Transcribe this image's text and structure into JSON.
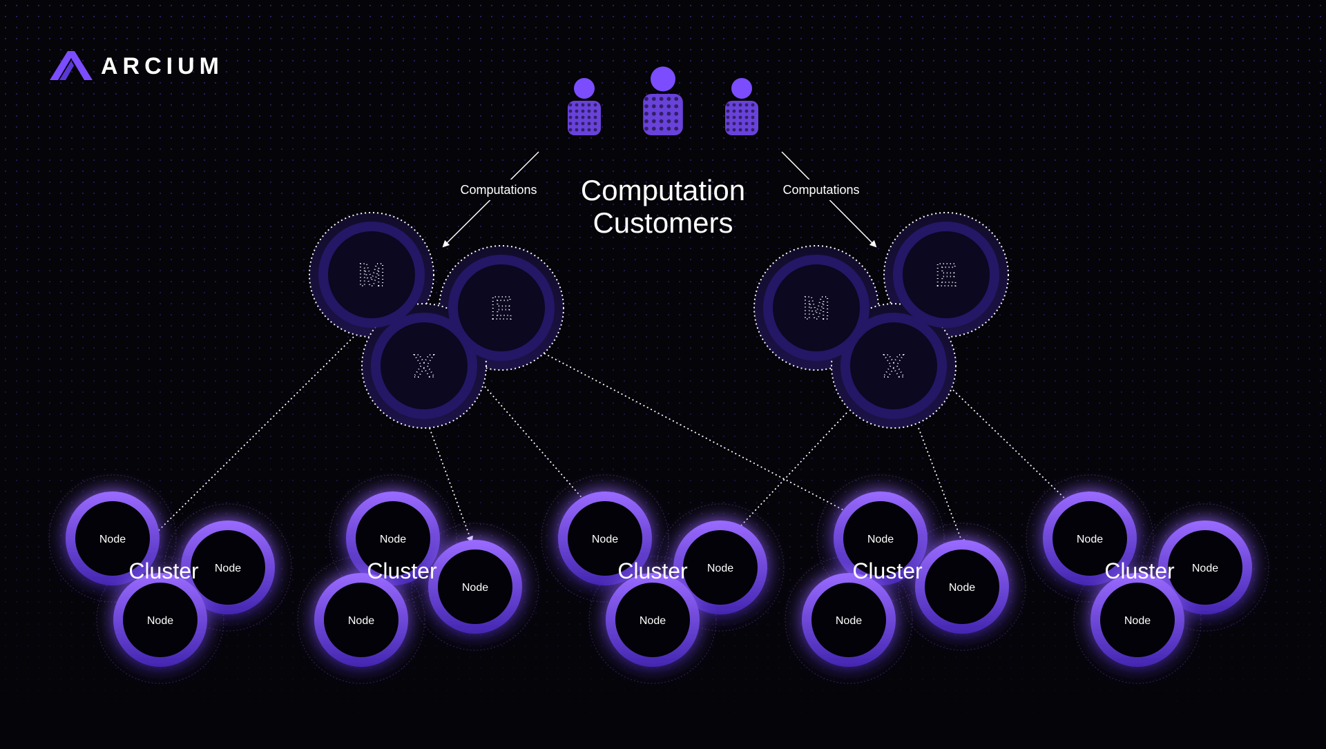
{
  "brand": {
    "name": "ARCIUM",
    "logo_icon": "arcium-a-logo"
  },
  "customers": {
    "title_line1": "Computation",
    "title_line2": "Customers",
    "icon": "people-icon"
  },
  "edge_labels": {
    "left": "Computations",
    "right": "Computations"
  },
  "mxe_groups": [
    {
      "letters": [
        "M",
        "E",
        "X"
      ]
    },
    {
      "letters": [
        "M",
        "E",
        "X"
      ]
    }
  ],
  "clusters": [
    {
      "label": "Cluster",
      "nodes": [
        "Node",
        "Node",
        "Node"
      ]
    },
    {
      "label": "Cluster",
      "nodes": [
        "Node",
        "Node",
        "Node"
      ]
    },
    {
      "label": "Cluster",
      "nodes": [
        "Node",
        "Node",
        "Node"
      ]
    },
    {
      "label": "Cluster",
      "nodes": [
        "Node",
        "Node",
        "Node"
      ]
    },
    {
      "label": "Cluster",
      "nodes": [
        "Node",
        "Node",
        "Node"
      ]
    }
  ],
  "colors": {
    "background": "#050409",
    "accent": "#7b4dff",
    "accent_light": "#9a6bff",
    "accent_dark": "#3f26a6",
    "text": "#ffffff"
  }
}
